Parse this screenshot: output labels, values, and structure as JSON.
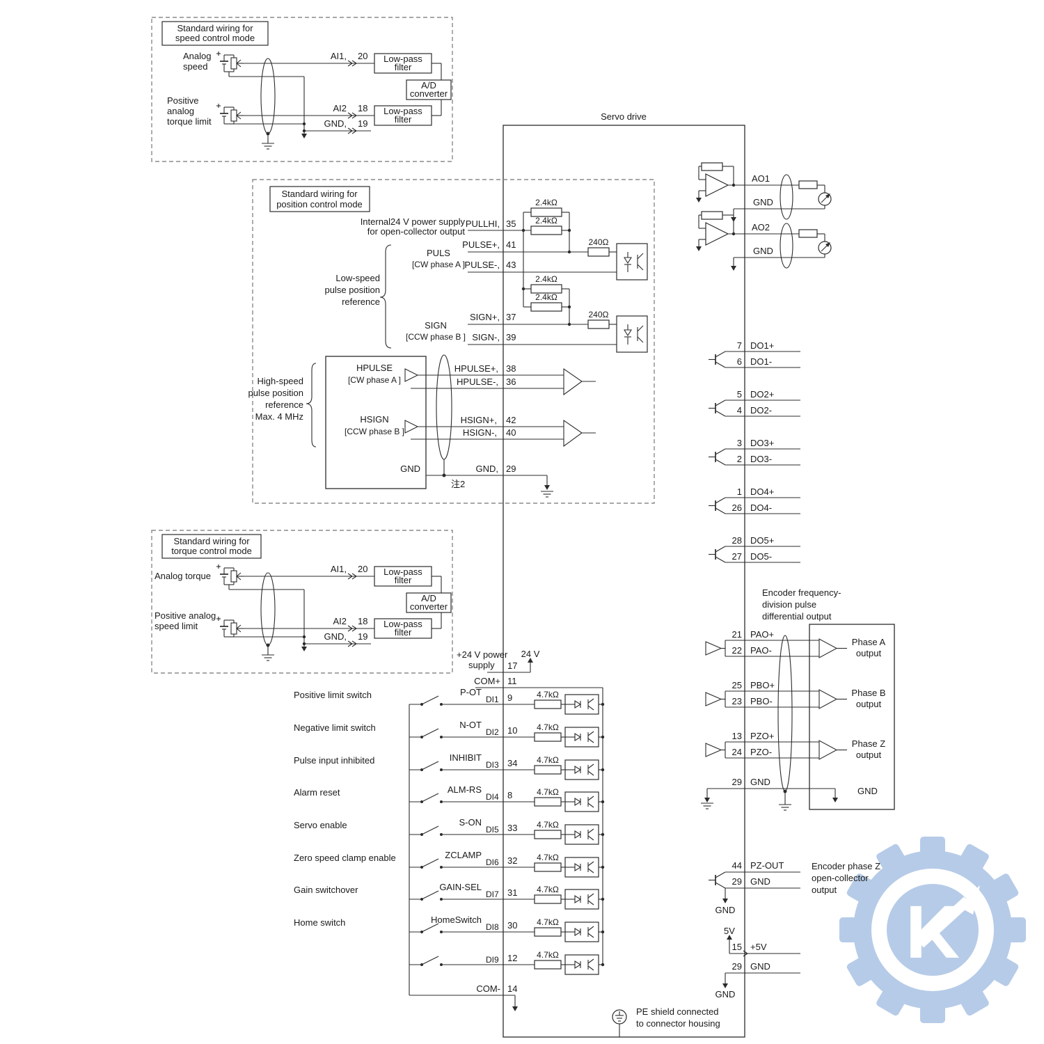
{
  "speed": {
    "title1": "Standard wiring for",
    "title2": "speed control mode",
    "in1a": "Analog",
    "in1b": "speed",
    "in2a": "Positive",
    "in2b": "analog",
    "in2c": "torque limit",
    "ai1": "AI1,",
    "ai1_pin": "20",
    "ai2": "AI2",
    "ai2_pin": "18",
    "gnd": "GND,",
    "gnd_pin": "19",
    "lpf1a": "Low-pass",
    "lpf1b": "filter",
    "lpf2a": "Low-pass",
    "lpf2b": "filter",
    "adca": "A/D",
    "adcb": "converter"
  },
  "pos": {
    "title1": "Standard wiring for",
    "title2": "position control mode",
    "int24a": "Internal24 V power supply",
    "int24b": "for open-collector output",
    "pullhi": "PULLHI,",
    "pullhi_pin": "35",
    "r2k4": "2.4kΩ",
    "r240": "240Ω",
    "pulse_p": "PULSE+,",
    "pulse_p_pin": "41",
    "puls": "PULS",
    "puls_sub": "[CW phase A ]",
    "pulse_m": "PULSE-,",
    "pulse_m_pin": "43",
    "low1": "Low-speed",
    "low2": "pulse position",
    "low3": "reference",
    "sign_p": "SIGN+,",
    "sign_p_pin": "37",
    "sign": "SIGN",
    "sign_sub": "[CCW phase B ]",
    "sign_m": "SIGN-,",
    "sign_m_pin": "39",
    "hpulse": "HPULSE",
    "hpulse_sub": "[CW phase A ]",
    "hpulse_p": "HPULSE+,",
    "hpulse_p_pin": "38",
    "hpulse_m": "HPULSE-,",
    "hpulse_m_pin": "36",
    "high1": "High-speed",
    "high2": "pulse position",
    "high3": "reference",
    "high4": "Max. 4 MHz",
    "hsign": "HSIGN",
    "hsign_sub": "[CCW phase B ]",
    "hsign_p": "HSIGN+,",
    "hsign_p_pin": "42",
    "hsign_m": "HSIGN-,",
    "hsign_m_pin": "40",
    "gnd_inner": "GND",
    "gnd": "GND,",
    "gnd_pin": "29",
    "note": "注2"
  },
  "torque": {
    "title1": "Standard wiring for",
    "title2": "torque control mode",
    "in1": "Analog torque",
    "in2a": "Positive analog",
    "in2b": "speed limit",
    "ai1": "AI1,",
    "ai1_pin": "20",
    "ai2": "AI2",
    "ai2_pin": "18",
    "gnd": "GND,",
    "gnd_pin": "19",
    "lpf1a": "Low-pass",
    "lpf1b": "filter",
    "lpf2a": "Low-pass",
    "lpf2b": "filter",
    "adca": "A/D",
    "adcb": "converter"
  },
  "servo": {
    "title": "Servo drive",
    "ao1": "AO1",
    "ao1_gnd": "GND",
    "ao2": "AO2",
    "ao2_gnd": "GND",
    "dos": [
      {
        "pin": "7",
        "name": "DO1+"
      },
      {
        "pin": "6",
        "name": "DO1-"
      },
      {
        "pin": "5",
        "name": "DO2+"
      },
      {
        "pin": "4",
        "name": "DO2-"
      },
      {
        "pin": "3",
        "name": "DO3+"
      },
      {
        "pin": "2",
        "name": "DO3-"
      },
      {
        "pin": "1",
        "name": "DO4+"
      },
      {
        "pin": "26",
        "name": "DO4-"
      },
      {
        "pin": "28",
        "name": "DO5+"
      },
      {
        "pin": "27",
        "name": "DO5-"
      }
    ],
    "enc1": "Encoder frequency-",
    "enc2": "division pulse",
    "enc3": "differential output",
    "encs": [
      {
        "pin": "21",
        "name": "PAO+"
      },
      {
        "pin": "22",
        "name": "PAO-"
      },
      {
        "pin": "25",
        "name": "PBO+"
      },
      {
        "pin": "23",
        "name": "PBO-"
      },
      {
        "pin": "13",
        "name": "PZO+"
      },
      {
        "pin": "24",
        "name": "PZO-"
      }
    ],
    "enc_gnd_pin": "29",
    "enc_gnd": "GND",
    "phase_a1": "Phase A",
    "phase_a2": "output",
    "phase_b1": "Phase B",
    "phase_b2": "output",
    "phase_z1": "Phase Z",
    "phase_z2": "output",
    "phase_gnd": "GND",
    "pz_pin": "44",
    "pz": "PZ-OUT",
    "pz_gnd_pin": "29",
    "pz_gnd": "GND",
    "pz_gnd_below": "GND",
    "pzd1": "Encoder phase Z",
    "pzd2": "open-collector",
    "pzd3": "output",
    "v5": "5V",
    "p5_pin": "15",
    "p5": "+5V",
    "g5_pin": "29",
    "g5": "GND",
    "g5_below": "GND",
    "pe1": "PE shield connected",
    "pe2": "to connector housing"
  },
  "di": {
    "sup1": "+24 V power",
    "sup2": "supply",
    "v24": "24 V",
    "p24_pin": "17",
    "comp": "COM+",
    "comp_pin": "11",
    "r47": "4.7kΩ",
    "rows": [
      {
        "label": "Positive limit switch",
        "sig": "P-OT",
        "di": "DI1",
        "pin": "9"
      },
      {
        "label": "Negative limit switch",
        "sig": "N-OT",
        "di": "DI2",
        "pin": "10"
      },
      {
        "label": "Pulse input inhibited",
        "sig": "INHIBIT",
        "di": "DI3",
        "pin": "34"
      },
      {
        "label": "Alarm reset",
        "sig": "ALM-RS",
        "di": "DI4",
        "pin": "8"
      },
      {
        "label": "Servo enable",
        "sig": "S-ON",
        "di": "DI5",
        "pin": "33"
      },
      {
        "label": "Zero speed clamp enable",
        "sig": "ZCLAMP",
        "di": "DI6",
        "pin": "32"
      },
      {
        "label": "Gain switchover",
        "sig": "GAIN-SEL",
        "di": "DI7",
        "pin": "31"
      },
      {
        "label": "Home switch",
        "sig": "HomeSwitch",
        "di": "DI8",
        "pin": "30"
      },
      {
        "label": "",
        "sig": "",
        "di": "DI9",
        "pin": "12"
      }
    ],
    "comm": "COM-",
    "comm_pin": "14"
  },
  "watermark": {
    "letter": "K",
    "color": "#b3c9e6"
  }
}
